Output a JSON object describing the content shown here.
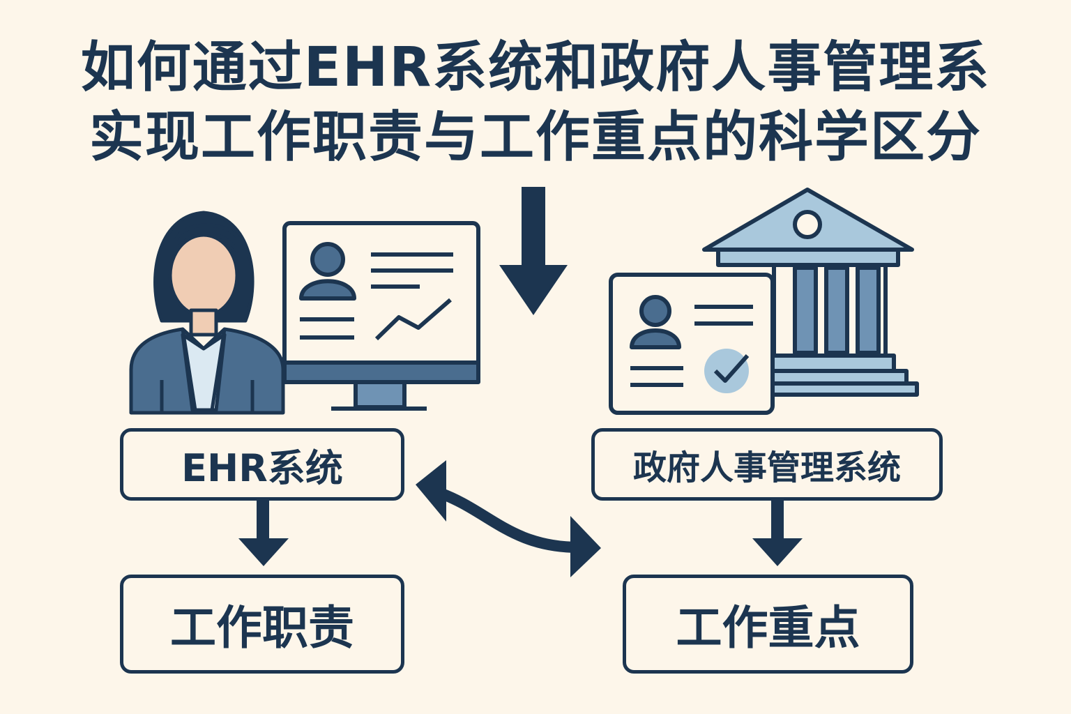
{
  "title": {
    "line1": "如何通过EHR系统和政府人事管理系",
    "line2": "实现工作职责与工作重点的科学区分"
  },
  "nodes": {
    "ehr_system": "EHR系统",
    "gov_system": "政府人事管理系统",
    "work_duties": "工作职责",
    "work_focus": "工作重点"
  },
  "colors": {
    "background": "#fdf6ea",
    "navy": "#1c3550",
    "mid_blue": "#4a6d8f",
    "light_blue": "#a9c8dc",
    "skin": "#f0cdb4"
  }
}
